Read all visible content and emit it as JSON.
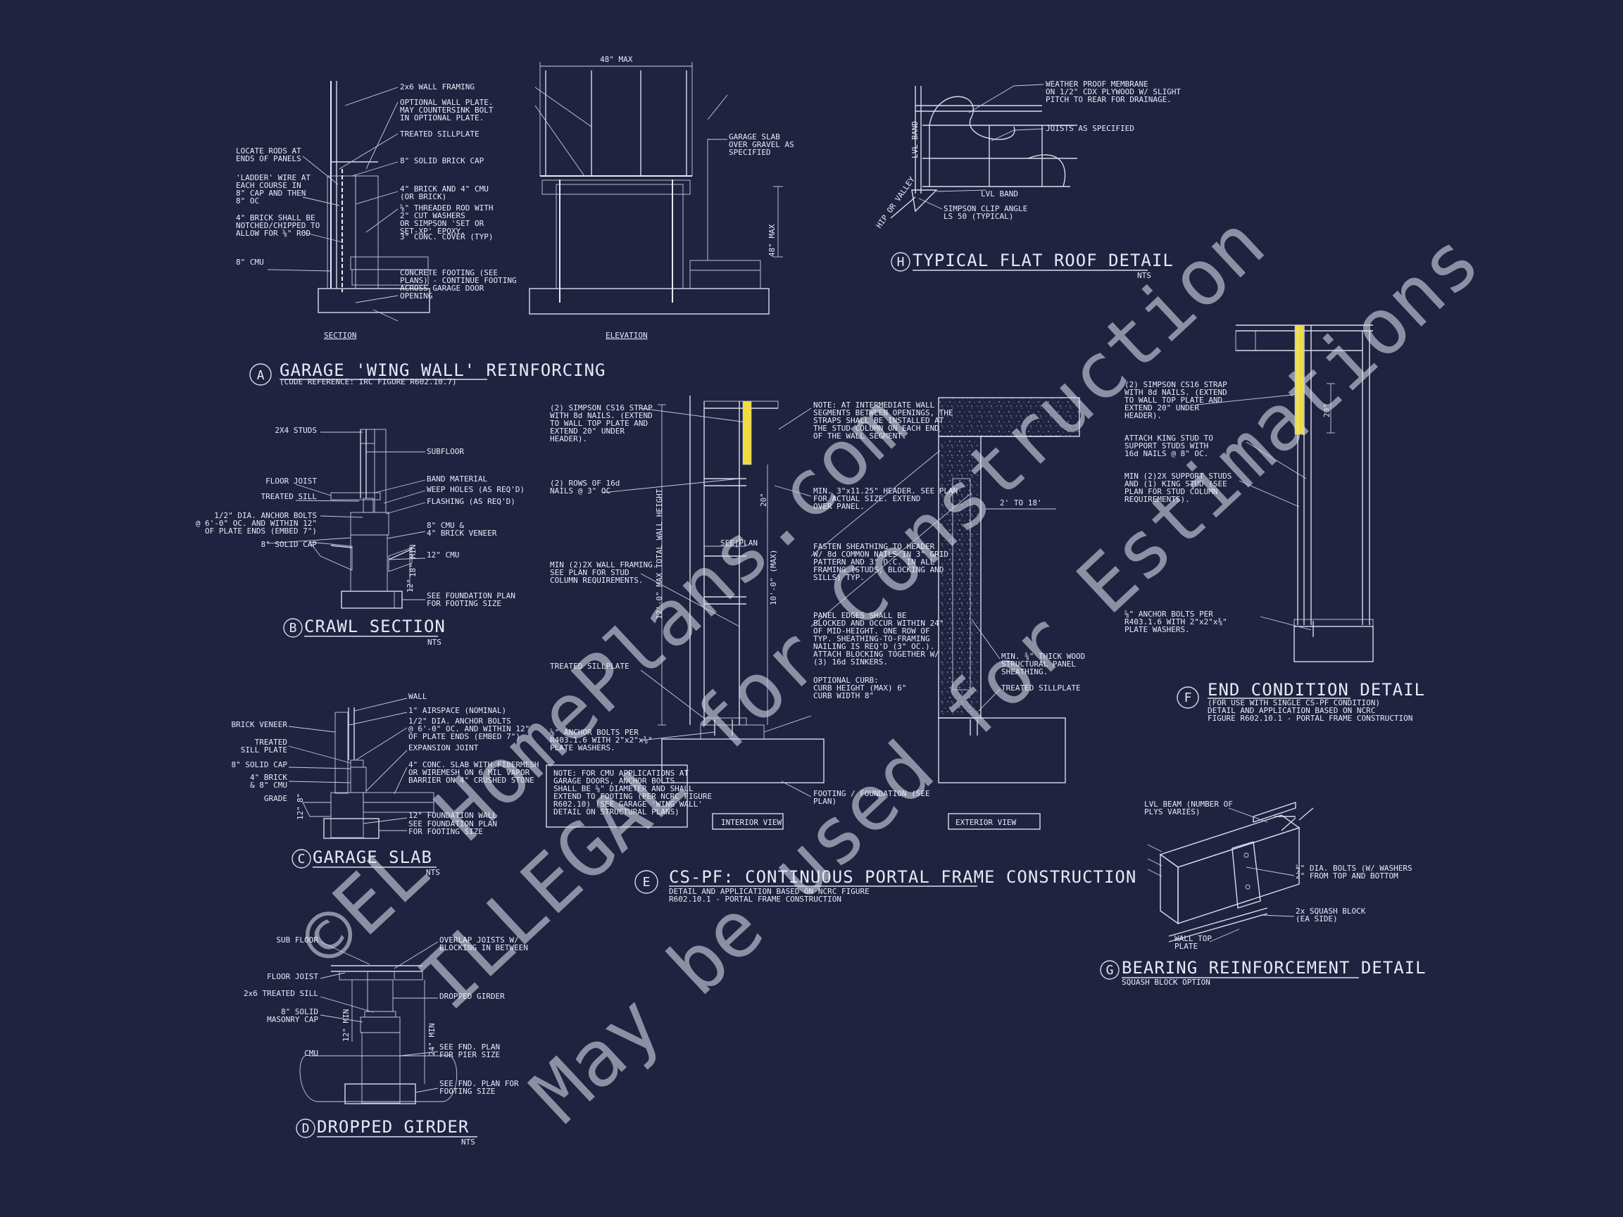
{
  "watermark": {
    "lines": [
      "©EL HomePlans.com",
      "ILLEGAL for Construction",
      "May be used for Estimations"
    ]
  },
  "detail_a": {
    "letter": "A",
    "title": "GARAGE 'WING WALL' REINFORCING",
    "subtitle": "(CODE REFERENCE: IRC FIGURE R602.10.7)",
    "section_label": "SECTION",
    "elevation_label": "ELEVATION",
    "dim_width": "48\" MAX",
    "dim_height": "48\" MAX",
    "left_notes": [
      "LOCATE RODS AT|ENDS OF PANELS",
      "'LADDER' WIRE AT|EACH COURSE IN|8\" CAP AND THEN|8\" OC",
      "4\" BRICK SHALL BE|NOTCHED/CHIPPED TO|ALLOW FOR ⅝\" ROD",
      "8\" CMU"
    ],
    "right_notes": [
      "2x6 WALL FRAMING",
      "OPTIONAL WALL PLATE.|MAY COUNTERSINK BOLT|IN OPTIONAL PLATE.",
      "TREATED SILLPLATE",
      "8\" SOLID BRICK CAP",
      "4\" BRICK AND 4\" CMU|(OR BRICK)",
      "⅝\" THREADED ROD WITH|2\" CUT WASHERS|OR SIMPSON 'SET OR|SET-XP' EPOXY.",
      "3\" CONC. COVER (TYP)",
      "CONCRETE FOOTING (SEE|PLANS) - CONTINUE FOOTING|ACROSS GARAGE DOOR|OPENING"
    ],
    "elevation_note": "GARAGE SLAB|OVER GRAVEL AS|SPECIFIED"
  },
  "detail_b": {
    "letter": "B",
    "title": "CRAWL SECTION",
    "scale": "NTS",
    "left_notes": [
      "2X4 STUDS",
      "FLOOR JOIST",
      "TREATED SILL",
      "1/2\" DIA. ANCHOR BOLTS|@ 6'-0\" OC. AND WITHIN 12\"|OF PLATE ENDS (EMBED 7\")",
      "8\" SOLID CAP"
    ],
    "right_notes": [
      "SUBFLOOR",
      "BAND MATERIAL",
      "WEEP HOLES (AS REQ'D)",
      "FLASHING (AS REQ'D)",
      "8\" CMU &|4\" BRICK VENEER",
      "12\" CMU",
      "SEE FOUNDATION PLAN|FOR FOOTING SIZE"
    ],
    "dims": [
      "18\" MIN",
      "12\""
    ]
  },
  "detail_c": {
    "letter": "C",
    "title": "GARAGE SLAB",
    "scale": "NTS",
    "left_notes": [
      "BRICK VENEER",
      "TREATED|SILL PLATE",
      "8\" SOLID CAP",
      "4\" BRICK|& 8\" CMU",
      "GRADE"
    ],
    "right_notes": [
      "WALL",
      "1\" AIRSPACE (NOMINAL)",
      "1/2\" DIA. ANCHOR BOLTS|@ 6'-0\" OC. AND WITHIN 12\"|OF PLATE ENDS (EMBED 7\")",
      "EXPANSION JOINT",
      "4\" CONC. SLAB WITH FIBERMESH|OR WIREMESH ON 6 MIL VAPOR|BARRIER ON 4\" CRUSHED STONE",
      "12\" FOUNDATION WALL",
      "SEE FOUNDATION PLAN|FOR FOOTING SIZE"
    ],
    "dims": [
      "8\"",
      "12\""
    ]
  },
  "detail_d": {
    "letter": "D",
    "title": "DROPPED GIRDER",
    "scale": "NTS",
    "left_notes": [
      "SUB FLOOR",
      "FLOOR JOIST",
      "2x6 TREATED SILL",
      "8\" SOLID|MASONRY CAP",
      "CMU"
    ],
    "right_notes": [
      "OVERLAP JOISTS W/|BLOCKING IN BETWEEN",
      "DROPPED GIRDER",
      "SEE FND. PLAN|FOR PIER SIZE",
      "SEE FND. PLAN FOR|FOOTING SIZE"
    ],
    "dims": [
      "12\" MIN",
      "24\" MIN"
    ]
  },
  "detail_e": {
    "letter": "E",
    "title": "CS-PF: CONTINUOUS PORTAL FRAME CONSTRUCTION",
    "subtitle": "DETAIL AND APPLICATION BASED ON NCRC FIGURE|R602.10.1 - PORTAL FRAME CONSTRUCTION",
    "interior_label": "INTERIOR VIEW",
    "exterior_label": "EXTERIOR VIEW",
    "left_notes": [
      "(2) SIMPSON CS16 STRAP|WITH 8d NAILS. (EXTEND|TO WALL TOP PLATE AND|EXTEND 20\" UNDER|HEADER).",
      "(2) ROWS OF 16d|NAILS @ 3\" OC",
      "MIN (2)2X WALL FRAMING.|SEE PLAN FOR STUD|COLUMN REQUIREMENTS.",
      "TREATED SILLPLATE",
      "⅝\" ANCHOR BOLTS PER|R403.1.6 WITH 2\"x2\"x⅜\"|PLATE WASHERS."
    ],
    "cmu_note": "NOTE: FOR CMU APPLICATIONS AT|GARAGE DOORS, ANCHOR BOLTS|SHALL BE ⅝\" DIAMETER AND SHALL|EXTEND TO FOOTING (PER NCRC FIGURE|R602.10) (SEE GARAGE 'WING WALL'|DETAIL ON STRUCTURAL PLANS)",
    "middle_notes": [
      "NOTE: AT INTERMEDIATE WALL|SEGMENTS BETWEEN OPENINGS, THE|STRAPS SHALL BE INSTALLED AT|THE STUD COLUMN ON EACH END|OF THE WALL SEGMENT.",
      "MIN. 3\"x11.25\" HEADER. SEE PLAN|FOR ACTUAL SIZE. EXTEND|OVER PANEL.",
      "FASTEN SHEATHING TO HEADER|W/ 8d COMMON NAILS IN 3\" GRID|PATTERN AND 3\" O.C. IN ALL|FRAMING (STUDS, BLOCKING AND|SILLS) TYP.",
      "PANEL EDGES SHALL BE|BLOCKED AND OCCUR WITHIN 24\"|OF MID-HEIGHT. ONE ROW OF|TYP. SHEATHING-TO-FRAMING|NAILING IS REQ'D (3\" OC.).|ATTACH BLOCKING TOGETHER W/|(3) 16d SINKERS.",
      "OPTIONAL CURB:|CURB HEIGHT (MAX) 6\"|CURB WIDTH 8\"",
      "FOOTING / FOUNDATION (SEE|PLAN)"
    ],
    "right_notes": [
      "MIN. ⅜\" THICK WOOD|STRUCTURAL PANEL|SHEATHING.",
      "TREATED SILLPLATE"
    ],
    "dims": [
      "12'-0\" MAX TOTAL WALL HEIGHT",
      "10'-0\" (MAX)",
      "20\"",
      "SEE|PLAN",
      "2' TO 18'"
    ]
  },
  "detail_f": {
    "letter": "F",
    "title": "END CONDITION DETAIL",
    "subtitle": "(FOR USE WITH SINGLE CS-PF CONDITION)|DETAIL AND APPLICATION BASED ON NCRC|FIGURE R602.10.1 - PORTAL FRAME CONSTRUCTION",
    "notes": [
      "(2) SIMPSON CS16 STRAP|WITH 8d NAILS. (EXTEND|TO WALL TOP PLATE AND|EXTEND 20\" UNDER|HEADER).",
      "ATTACH KING STUD TO|SUPPORT STUDS WITH|16d NAILS @ 8\" OC.",
      "MIN (2)2X SUPPORT STUDS|AND (1) KING STUD (SEE|PLAN FOR STUD COLUMN|REQUIREMENTS).",
      "⅝\" ANCHOR BOLTS PER|R403.1.6 WITH 2\"x2\"x⅜\"|PLATE WASHERS."
    ],
    "dim": "20\""
  },
  "detail_g": {
    "letter": "G",
    "title": "BEARING REINFORCEMENT DETAIL",
    "subtitle": "SQUASH BLOCK OPTION",
    "notes": [
      "LVL BEAM (NUMBER OF|PLYS VARIES)",
      "½\" DIA. BOLTS (W/ WASHERS|2\" FROM TOP AND BOTTOM",
      "2x SQUASH BLOCK|(EA SIDE)",
      "WALL TOP|PLATE"
    ]
  },
  "detail_h": {
    "letter": "H",
    "title": "TYPICAL FLAT ROOF DETAIL",
    "scale": "NTS",
    "notes": [
      "WEATHER PROOF MEMBRANE|ON 1/2\" CDX PLYWOOD W/ SLIGHT|PITCH TO REAR FOR DRAINAGE.",
      "JOISTS AS SPECIFIED",
      "LVL BAND",
      "SIMPSON CLIP ANGLE|LS 50 (TYPICAL)"
    ],
    "labels": [
      "LVL BAND",
      "HIP OR VALLEY"
    ]
  }
}
